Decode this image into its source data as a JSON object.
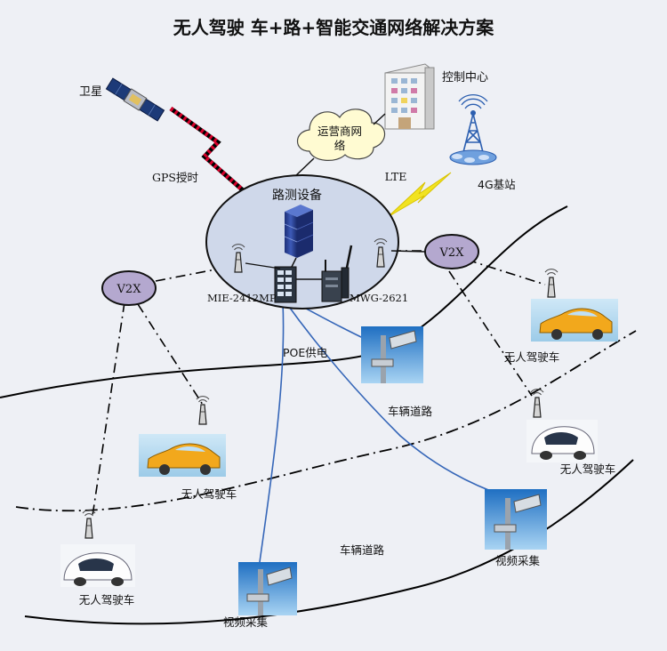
{
  "title": "无人驾驶 车+路+智能交通网络解决方案",
  "labels": {
    "satellite": "卫星",
    "gps": "GPS授时",
    "control_center": "控制中心",
    "operator_network": "运营商网络",
    "lte": "LTE",
    "base_station": "4G基站",
    "road_equipment": "路测设备",
    "v2x_left": "V2X",
    "v2x_right": "V2X",
    "switch_model": "MIE-2412MP",
    "gateway_model": "MWG-2621",
    "poe": "POE供电",
    "road_upper": "车辆道路",
    "road_lower": "车辆道路",
    "car_right_top": "无人驾驶车",
    "car_right_bottom": "无人驾驶车",
    "car_middle": "无人驾驶车",
    "car_left_bottom": "无人驾驶车",
    "camera_right": "视频采集",
    "camera_bottom": "视频采集"
  },
  "colors": {
    "background": "#eef0f5",
    "hub_fill": "#cfd8ea",
    "cloud_fill": "#fffbd2",
    "v2x_fill": "#b4a8cf",
    "lte_bolt": "#f1e320",
    "gps_link": "#d6002a",
    "fiber": "#3566b8"
  }
}
